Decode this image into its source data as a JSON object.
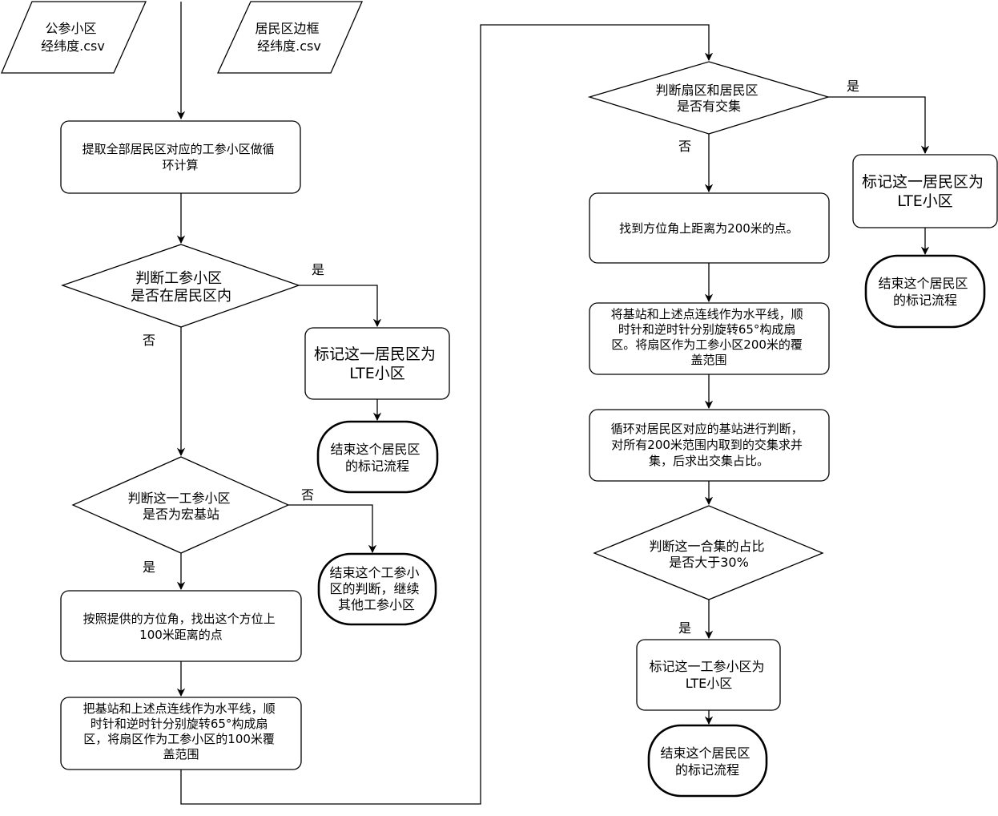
{
  "nodes": {
    "input_cells": [
      "公参小区",
      "经纬度.csv"
    ],
    "input_border": [
      "居民区边框",
      "经纬度.csv"
    ],
    "loop_all": [
      "提取全部居民区对应的工参小区做循",
      "环计算"
    ],
    "judge_inside": [
      "判断工参小区",
      "是否在居民区内"
    ],
    "mark_lte_1": [
      "标记这一居民区为",
      "LTE小区"
    ],
    "end_mark_1": [
      "结束这个居民区",
      "的标记流程"
    ],
    "judge_macro": [
      "判断这一工参小区",
      "是否为宏基站"
    ],
    "end_judge": [
      "结束这个工参小",
      "区的判断，继续",
      "其他工参小区"
    ],
    "find_100m": [
      "按照提供的方位角，找出这个方位上",
      "100米距离的点"
    ],
    "sector_100m": [
      "把基站和上述点连线作为水平线，顺",
      "时针和逆时针分别旋转65°构成扇",
      "区，将扇区作为工参小区的100米覆",
      "盖范围"
    ],
    "judge_intersect": [
      "判断扇区和居民区",
      "是否有交集"
    ],
    "mark_lte_2": [
      "标记这一居民区为",
      "LTE小区"
    ],
    "end_mark_2": [
      "结束这个居民区",
      "的标记流程"
    ],
    "find_200m": [
      "找到方位角上距离为200米的点。"
    ],
    "sector_200m": [
      "将基站和上述点连线作为水平线，顺",
      "时针和逆时针分别旋转65°构成扇",
      "区。将扇区作为工参小区200米的覆",
      "盖范围"
    ],
    "loop_union": [
      "循环对居民区对应的基站进行判断，",
      "对所有200米范围内取到的交集求并",
      "集，后求出交集占比。"
    ],
    "judge_ratio": [
      "判断这一合集的占比",
      "是否大于30%"
    ],
    "mark_cell_lte": [
      "标记这一工参小区为",
      "LTE小区"
    ],
    "end_mark_3": [
      "结束这个居民区",
      "的标记流程"
    ]
  },
  "edge_labels": {
    "inside_yes": "是",
    "inside_no": "否",
    "macro_no": "否",
    "macro_yes": "是",
    "intersect_yes": "是",
    "intersect_no": "否",
    "ratio_yes": "是"
  },
  "colors": {
    "stroke": "#000000",
    "fill": "#ffffff",
    "text": "#000000"
  }
}
